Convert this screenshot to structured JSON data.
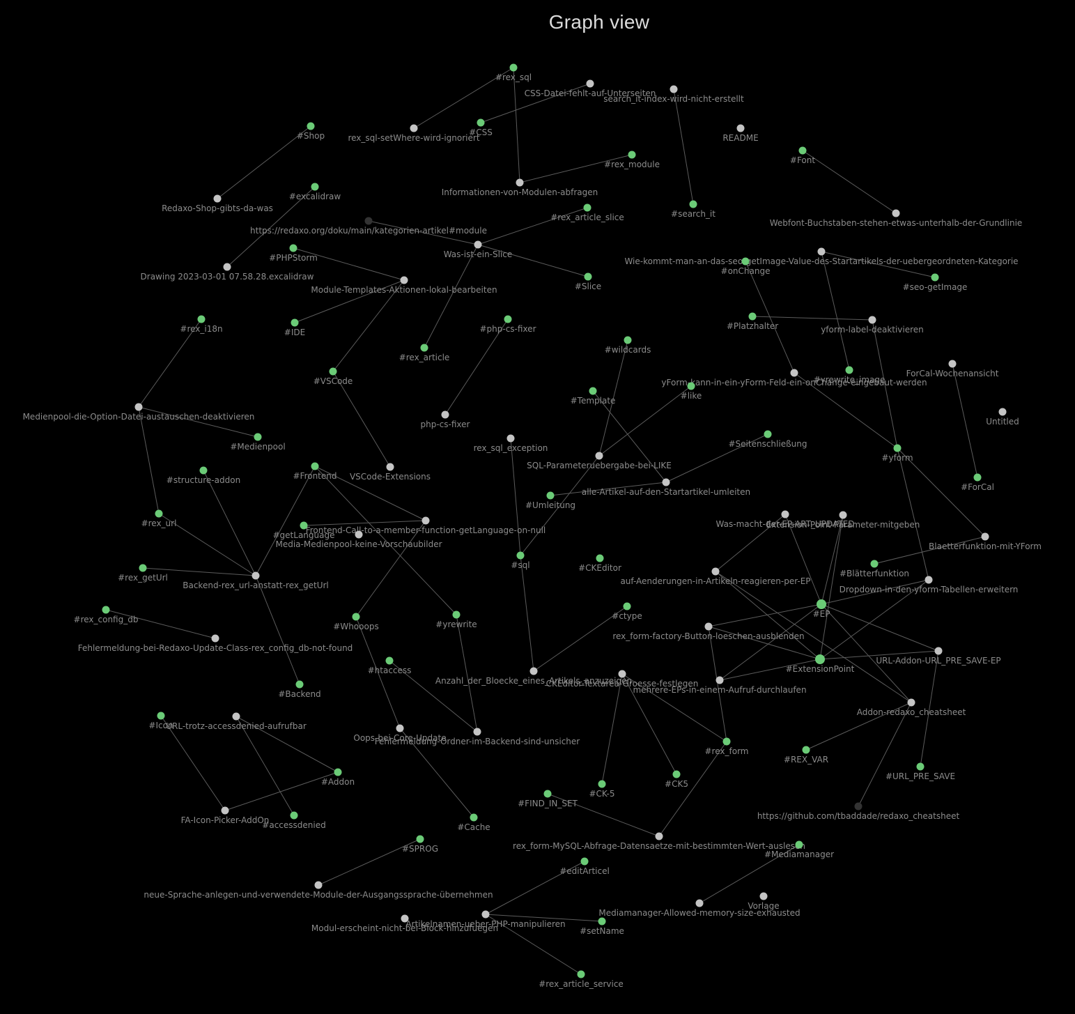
{
  "title": "Graph view",
  "colors": {
    "background": "#000000",
    "tag_node": "#6bcb77",
    "note_node": "#c4c4c4",
    "unresolved_node": "#333333",
    "edge": "#5c5c5c",
    "label": "#8c8c8c"
  },
  "nodes": [
    {
      "id": "rex_sql",
      "label": "#rex_sql",
      "kind": "tag"
    },
    {
      "id": "css_missing",
      "label": "CSS-Datei-fehlt-auf-Unterseiten",
      "kind": "note"
    },
    {
      "id": "search_it_index",
      "label": "search_it-index-wird-nicht-erstellt",
      "kind": "note"
    },
    {
      "id": "css",
      "label": "#CSS",
      "kind": "tag"
    },
    {
      "id": "rex_sql_setwhere",
      "label": "rex_sql-setWhere-wird-ignoriert",
      "kind": "note"
    },
    {
      "id": "readme",
      "label": "README",
      "kind": "note"
    },
    {
      "id": "shop",
      "label": "#Shop",
      "kind": "tag"
    },
    {
      "id": "font",
      "label": "#Font",
      "kind": "tag"
    },
    {
      "id": "rex_module",
      "label": "#rex_module",
      "kind": "tag"
    },
    {
      "id": "info_module",
      "label": "Informationen-von-Modulen-abfragen",
      "kind": "note"
    },
    {
      "id": "excalidraw",
      "label": "#excalidraw",
      "kind": "tag"
    },
    {
      "id": "redaxo_shop",
      "label": "Redaxo-Shop-gibts-da-was",
      "kind": "note"
    },
    {
      "id": "search_it",
      "label": "#search_it",
      "kind": "tag"
    },
    {
      "id": "rex_article_slice",
      "label": "#rex_article_slice",
      "kind": "tag"
    },
    {
      "id": "webfont",
      "label": "Webfont-Buchstaben-stehen-etwas-unterhalb-der-Grundlinie",
      "kind": "note"
    },
    {
      "id": "redaxo_doku",
      "label": "https://redaxo.org/doku/main/kategorien-artikel#module",
      "kind": "unresolved"
    },
    {
      "id": "was_ist_slice",
      "label": "Was-ist-ein-Slice",
      "kind": "note"
    },
    {
      "id": "phpstorm",
      "label": "#PHPStorm",
      "kind": "tag"
    },
    {
      "id": "wie_kommt",
      "label": "Wie-kommt-man-an-das-seo-getImage-Value-des-Startartikels-der-uebergeordneten-Kategorie",
      "kind": "note"
    },
    {
      "id": "onchange",
      "label": "#onChange",
      "kind": "tag"
    },
    {
      "id": "drawing",
      "label": "Drawing 2023-03-01 07.58.28.excalidraw",
      "kind": "note"
    },
    {
      "id": "module_templates",
      "label": "Module-Templates-Aktionen-lokal-bearbeiten",
      "kind": "note"
    },
    {
      "id": "slice",
      "label": "#Slice",
      "kind": "tag"
    },
    {
      "id": "seo_getimage",
      "label": "#seo-getImage",
      "kind": "tag"
    },
    {
      "id": "rex_i18n",
      "label": "#rex_i18n",
      "kind": "tag"
    },
    {
      "id": "ide",
      "label": "#IDE",
      "kind": "tag"
    },
    {
      "id": "php_cs_fixer_tag",
      "label": "#php-cs-fixer",
      "kind": "tag"
    },
    {
      "id": "platzhalter",
      "label": "#Platzhalter",
      "kind": "tag"
    },
    {
      "id": "yform_label",
      "label": "yform-label-deaktivieren",
      "kind": "note"
    },
    {
      "id": "wildcards",
      "label": "#wildcards",
      "kind": "tag"
    },
    {
      "id": "rex_article",
      "label": "#rex_article",
      "kind": "tag"
    },
    {
      "id": "yrewrite_image",
      "label": "#yrewrite_image",
      "kind": "tag"
    },
    {
      "id": "forcal_woche",
      "label": "ForCal-Wochenansicht",
      "kind": "note"
    },
    {
      "id": "vscode",
      "label": "#VSCode",
      "kind": "tag"
    },
    {
      "id": "yform_orange",
      "label": "yForm-kann-in-ein-yForm-Feld-ein-onChange-eingebaut-werden",
      "kind": "note"
    },
    {
      "id": "like",
      "label": "#like",
      "kind": "tag"
    },
    {
      "id": "template",
      "label": "#Template",
      "kind": "tag"
    },
    {
      "id": "untitled",
      "label": "Untitled",
      "kind": "note"
    },
    {
      "id": "medienpool_option",
      "label": "Medienpool-die-Option-Datei-austauschen-deaktivieren",
      "kind": "note"
    },
    {
      "id": "php_cs_fixer",
      "label": "php-cs-fixer",
      "kind": "note"
    },
    {
      "id": "seitenschliessung",
      "label": "#Seitenschließung",
      "kind": "tag"
    },
    {
      "id": "rex_sql_exception",
      "label": "rex_sql_exception",
      "kind": "note"
    },
    {
      "id": "medienpool",
      "label": "#Medienpool",
      "kind": "tag"
    },
    {
      "id": "yform",
      "label": "#yform",
      "kind": "tag"
    },
    {
      "id": "sql_param_like",
      "label": "SQL-Parameteruebergabe-bei-LIKE",
      "kind": "note"
    },
    {
      "id": "frontend",
      "label": "#Frontend",
      "kind": "tag"
    },
    {
      "id": "structure_addon",
      "label": "#structure-addon",
      "kind": "tag"
    },
    {
      "id": "vscode_ext",
      "label": "VSCode-Extensions",
      "kind": "note"
    },
    {
      "id": "forcal",
      "label": "#ForCal",
      "kind": "tag"
    },
    {
      "id": "alle_artikel",
      "label": "alle-Artikel-auf-den-Startartikel-umleiten",
      "kind": "note"
    },
    {
      "id": "umleitung",
      "label": "#Umleitung",
      "kind": "tag"
    },
    {
      "id": "rex_url",
      "label": "#rex_url",
      "kind": "tag"
    },
    {
      "id": "was_macht",
      "label": "Was-macht-der-EP-ART_UPDATED",
      "kind": "note"
    },
    {
      "id": "ext_param",
      "label": "Extension-Point-Parameter-mitgeben",
      "kind": "note"
    },
    {
      "id": "frontend_call",
      "label": "Frontend-Call-to-a-member-function-getLanguage-on-null",
      "kind": "note"
    },
    {
      "id": "getlanguage",
      "label": "#getLanguage",
      "kind": "tag"
    },
    {
      "id": "media_medienpool",
      "label": "Media-Medienpool-keine-Vorschaubilder",
      "kind": "note"
    },
    {
      "id": "blaetterfunktion_yform",
      "label": "Blaetterfunktion-mit-YForm",
      "kind": "note"
    },
    {
      "id": "sql",
      "label": "#sql",
      "kind": "tag"
    },
    {
      "id": "ckeditor",
      "label": "#CKEditor",
      "kind": "tag"
    },
    {
      "id": "blaetterfunktion",
      "label": "#Blätterfunktion",
      "kind": "tag"
    },
    {
      "id": "rex_geturl",
      "label": "#rex_getUrl",
      "kind": "tag"
    },
    {
      "id": "backend_rex_url",
      "label": "Backend-rex_url-anstatt-rex_getUrl",
      "kind": "note"
    },
    {
      "id": "auf_aenderungen",
      "label": "auf-Aenderungen-in-Artikeln-reagieren-per-EP",
      "kind": "note"
    },
    {
      "id": "dropdown_yform",
      "label": "Dropdown-in-den-yform-Tabellen-erweitern",
      "kind": "note"
    },
    {
      "id": "ep",
      "label": "#EP",
      "kind": "tag"
    },
    {
      "id": "ctype",
      "label": "#ctype",
      "kind": "tag"
    },
    {
      "id": "rex_config_db",
      "label": "#rex_config_db",
      "kind": "tag"
    },
    {
      "id": "whoops",
      "label": "#Whooops",
      "kind": "tag"
    },
    {
      "id": "yrewrite",
      "label": "#yrewrite",
      "kind": "tag"
    },
    {
      "id": "rex_form_button",
      "label": "rex_form-factory-Button-loeschen-ausblenden",
      "kind": "note"
    },
    {
      "id": "fehlermeldung_redaxo",
      "label": "Fehlermeldung-bei-Redaxo-Update-Class-rex_config_db-not-found",
      "kind": "note"
    },
    {
      "id": "url_addon",
      "label": "URL-Addon-URL_PRE_SAVE-EP",
      "kind": "note"
    },
    {
      "id": "extensionpoint",
      "label": "#ExtensionPoint",
      "kind": "tag"
    },
    {
      "id": "htaccess",
      "label": "#htaccess",
      "kind": "tag"
    },
    {
      "id": "anzahl_bloecke",
      "label": "Anzahl_der_Bloecke_eines_Artikels_anzuzeigen",
      "kind": "note"
    },
    {
      "id": "ckeditor_textarea",
      "label": "CKEditor-Textarea-Groesse-festlegen",
      "kind": "note"
    },
    {
      "id": "mehrere_eps",
      "label": "mehrere-EPs-in-einem-Aufruf-durchlaufen",
      "kind": "note"
    },
    {
      "id": "backend",
      "label": "#Backend",
      "kind": "tag"
    },
    {
      "id": "addon_cheatsheet",
      "label": "Addon-redaxo_cheatsheet",
      "kind": "note"
    },
    {
      "id": "icon",
      "label": "#Icon",
      "kind": "tag"
    },
    {
      "id": "url_accessdenied",
      "label": "URL-trotz-accessdenied-aufrufbar",
      "kind": "note"
    },
    {
      "id": "oops_core",
      "label": "Oops-bei-Core-Update",
      "kind": "note"
    },
    {
      "id": "fehlermeldung_ordner",
      "label": "Fehlermeldung-Ordner-im-Backend-sind-unsicher",
      "kind": "note"
    },
    {
      "id": "rex_form",
      "label": "#rex_form",
      "kind": "tag"
    },
    {
      "id": "rex_var",
      "label": "#REX_VAR",
      "kind": "tag"
    },
    {
      "id": "addon",
      "label": "#Addon",
      "kind": "tag"
    },
    {
      "id": "url_pre_save",
      "label": "#URL_PRE_SAVE",
      "kind": "tag"
    },
    {
      "id": "ck5",
      "label": "#CK5",
      "kind": "tag"
    },
    {
      "id": "ck_5",
      "label": "#CK-5",
      "kind": "tag"
    },
    {
      "id": "find_in_set",
      "label": "#FIND_IN_SET",
      "kind": "tag"
    },
    {
      "id": "github_cheatsheet",
      "label": "https://github.com/tbaddade/redaxo_cheatsheet",
      "kind": "unresolved"
    },
    {
      "id": "fa_icon_picker",
      "label": "FA-Icon-Picker-AddOn",
      "kind": "note"
    },
    {
      "id": "accessdenied",
      "label": "#accessdenied",
      "kind": "tag"
    },
    {
      "id": "cache",
      "label": "#Cache",
      "kind": "tag"
    },
    {
      "id": "rex_form_mysql",
      "label": "rex_form-MySQL-Abfrage-Datensaetze-mit-bestimmten-Wert-auslesen",
      "kind": "note"
    },
    {
      "id": "sprog",
      "label": "#SPROG",
      "kind": "tag"
    },
    {
      "id": "mediamanager",
      "label": "#Mediamanager",
      "kind": "tag"
    },
    {
      "id": "editarticel",
      "label": "#editArticel",
      "kind": "tag"
    },
    {
      "id": "neue_sprache",
      "label": "neue-Sprache-anlegen-und-verwendete-Module-der-Ausgangssprache-übernehmen",
      "kind": "note"
    },
    {
      "id": "vorlage",
      "label": "Vorlage",
      "kind": "note"
    },
    {
      "id": "mediamanager_memory",
      "label": "Mediamanager-Allowed-memory-size-exhausted",
      "kind": "note"
    },
    {
      "id": "modul_erscheint",
      "label": "Modul-erscheint-nicht-bei-Block-hinzufuegen",
      "kind": "note"
    },
    {
      "id": "artikelnamen",
      "label": "Artikelnamen-ueber-PHP-manipulieren",
      "kind": "note"
    },
    {
      "id": "setname",
      "label": "#setName",
      "kind": "tag"
    },
    {
      "id": "rex_article_service",
      "label": "#rex_article_service",
      "kind": "tag"
    }
  ],
  "edges": [
    [
      "rex_sql",
      "rex_sql_setwhere"
    ],
    [
      "rex_sql",
      "info_module"
    ],
    [
      "css_missing",
      "css"
    ],
    [
      "search_it_index",
      "search_it"
    ],
    [
      "shop",
      "redaxo_shop"
    ],
    [
      "font",
      "webfont"
    ],
    [
      "rex_module",
      "info_module"
    ],
    [
      "excalidraw",
      "drawing"
    ],
    [
      "redaxo_doku",
      "was_ist_slice"
    ],
    [
      "was_ist_slice",
      "rex_article_slice"
    ],
    [
      "was_ist_slice",
      "slice"
    ],
    [
      "was_ist_slice",
      "rex_article"
    ],
    [
      "phpstorm",
      "module_templates"
    ],
    [
      "module_templates",
      "vscode"
    ],
    [
      "module_templates",
      "ide"
    ],
    [
      "wie_kommt",
      "seo_getimage"
    ],
    [
      "wie_kommt",
      "yrewrite_image"
    ],
    [
      "onchange",
      "yform_orange"
    ],
    [
      "platzhalter",
      "yform_label"
    ],
    [
      "yform_label",
      "yform"
    ],
    [
      "php_cs_fixer_tag",
      "php_cs_fixer"
    ],
    [
      "vscode",
      "vscode_ext"
    ],
    [
      "rex_i18n",
      "medienpool_option"
    ],
    [
      "medienpool_option",
      "medienpool"
    ],
    [
      "medienpool_option",
      "rex_url"
    ],
    [
      "wildcards",
      "sql_param_like"
    ],
    [
      "template",
      "alle_artikel"
    ],
    [
      "like",
      "sql_param_like"
    ],
    [
      "sql_param_like",
      "sql"
    ],
    [
      "seitenschliessung",
      "alle_artikel"
    ],
    [
      "alle_artikel",
      "umleitung"
    ],
    [
      "yform_orange",
      "yform"
    ],
    [
      "forcal_woche",
      "forcal"
    ],
    [
      "yform",
      "blaetterfunktion_yform"
    ],
    [
      "yform",
      "dropdown_yform"
    ],
    [
      "rex_sql_exception",
      "sql"
    ],
    [
      "sql",
      "anzahl_bloecke"
    ],
    [
      "frontend",
      "frontend_call"
    ],
    [
      "frontend",
      "backend_rex_url"
    ],
    [
      "frontend",
      "yrewrite"
    ],
    [
      "frontend_call",
      "getlanguage"
    ],
    [
      "frontend_call",
      "whoops"
    ],
    [
      "structure_addon",
      "backend_rex_url"
    ],
    [
      "rex_url",
      "backend_rex_url"
    ],
    [
      "rex_geturl",
      "backend_rex_url"
    ],
    [
      "backend_rex_url",
      "backend"
    ],
    [
      "rex_config_db",
      "fehlermeldung_redaxo"
    ],
    [
      "whoops",
      "oops_core"
    ],
    [
      "oops_core",
      "cache"
    ],
    [
      "yrewrite",
      "fehlermeldung_ordner"
    ],
    [
      "htaccess",
      "fehlermeldung_ordner"
    ],
    [
      "ctype",
      "anzahl_bloecke"
    ],
    [
      "blaetterfunktion",
      "blaetterfunktion_yform"
    ],
    [
      "was_macht",
      "ep"
    ],
    [
      "was_macht",
      "auf_aenderungen"
    ],
    [
      "ext_param",
      "ep"
    ],
    [
      "ext_param",
      "extensionpoint"
    ],
    [
      "auf_aenderungen",
      "extensionpoint"
    ],
    [
      "auf_aenderungen",
      "addon_cheatsheet"
    ],
    [
      "dropdown_yform",
      "ep"
    ],
    [
      "dropdown_yform",
      "extensionpoint"
    ],
    [
      "ep",
      "rex_form_button"
    ],
    [
      "ep",
      "mehrere_eps"
    ],
    [
      "ep",
      "url_addon"
    ],
    [
      "ep",
      "addon_cheatsheet"
    ],
    [
      "rex_form_button",
      "extensionpoint"
    ],
    [
      "rex_form_button",
      "rex_form"
    ],
    [
      "extensionpoint",
      "url_addon"
    ],
    [
      "extensionpoint",
      "mehrere_eps"
    ],
    [
      "url_addon",
      "url_pre_save"
    ],
    [
      "addon_cheatsheet",
      "rex_var"
    ],
    [
      "addon_cheatsheet",
      "github_cheatsheet"
    ],
    [
      "ckeditor_textarea",
      "ck_5"
    ],
    [
      "ckeditor_textarea",
      "ck5"
    ],
    [
      "ckeditor_textarea",
      "rex_form"
    ],
    [
      "rex_form",
      "rex_form_mysql"
    ],
    [
      "find_in_set",
      "rex_form_mysql"
    ],
    [
      "icon",
      "fa_icon_picker"
    ],
    [
      "url_accessdenied",
      "addon"
    ],
    [
      "url_accessdenied",
      "accessdenied"
    ],
    [
      "fa_icon_picker",
      "addon"
    ],
    [
      "sprog",
      "neue_sprache"
    ],
    [
      "mediamanager",
      "mediamanager_memory"
    ],
    [
      "editarticel",
      "artikelnamen"
    ],
    [
      "artikelnamen",
      "setname"
    ],
    [
      "artikelnamen",
      "rex_article_service"
    ]
  ]
}
